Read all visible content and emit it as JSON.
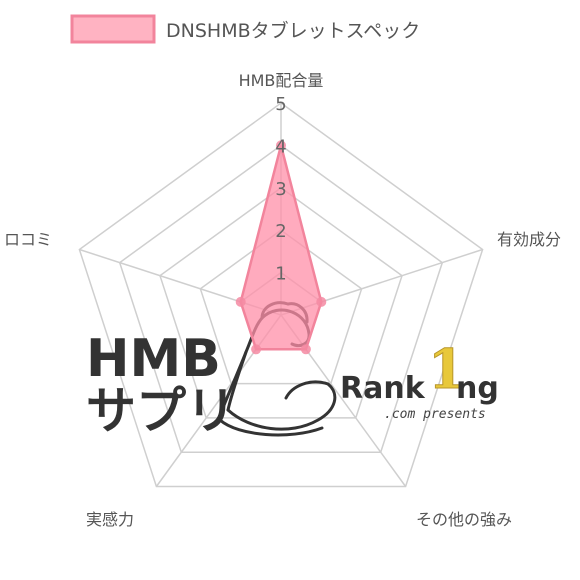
{
  "chart_data": {
    "type": "radar",
    "axes": [
      "HMB配合量",
      "有効成分",
      "その他の強み",
      "実感力",
      "ロコミ"
    ],
    "series": [
      {
        "name": "DNSHMBタブレットスペック",
        "values": [
          4,
          1,
          1,
          1,
          1
        ]
      }
    ],
    "ticks": [
      "1",
      "2",
      "3",
      "4",
      "5"
    ],
    "rmax": 5,
    "grid": true,
    "legend": "top-center"
  },
  "colors": {
    "fill": "#ff8fa8",
    "stroke": "#f2849c",
    "point": "#f58aa2",
    "grid": "#cfcfcf"
  },
  "watermark": {
    "line1": "HMB",
    "line2": "サプリ",
    "rank_prefix": "Rank",
    "rank_digit": "1",
    "rank_suffix": "ng",
    "sub": ".com presents"
  }
}
